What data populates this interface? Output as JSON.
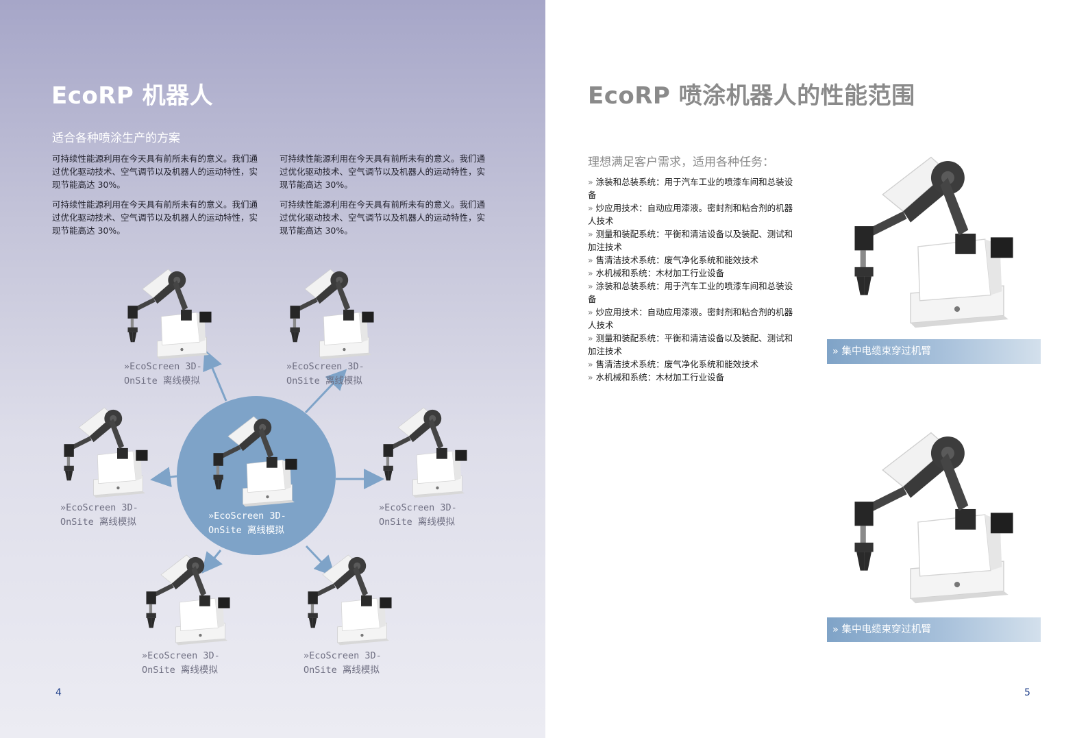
{
  "left_page": {
    "title": "EcoRP 机器人",
    "subtitle": "适合各种喷涂生产的方案",
    "paragraphs": [
      "可持续性能源利用在今天具有前所未有的意义。我们通过优化驱动技术、空气调节以及机器人的运动特性，实现节能高达 30%。",
      "可持续性能源利用在今天具有前所未有的意义。我们通过优化驱动技术、空气调节以及机器人的运动特性，实现节能高达 30%。",
      "可持续性能源利用在今天具有前所未有的意义。我们通过优化驱动技术、空气调节以及机器人的运动特性，实现节能高达 30%。",
      "可持续性能源利用在今天具有前所未有的意义。我们通过优化驱动技术、空气调节以及机器人的运动特性，实现节能高达 30%。"
    ],
    "diagram": {
      "center_caption": "»EcoScreen 3D-OnSite 离线模拟",
      "captions": [
        "»EcoScreen 3D-OnSite 离线模拟",
        "»EcoScreen 3D-OnSite 离线模拟",
        "»EcoScreen 3D-OnSite 离线模拟",
        "»EcoScreen 3D-OnSite 离线模拟",
        "»EcoScreen 3D-OnSite 离线模拟",
        "»EcoScreen 3D-OnSite 离线模拟"
      ],
      "accent_color": "#7ea3c8"
    },
    "page_number": "4"
  },
  "right_page": {
    "title": "EcoRP 喷涂机器人的性能范围",
    "subtitle": "理想满足客户需求，适用各种任务：",
    "task_marker": "»",
    "tasks": [
      "涂装和总装系统：用于汽车工业的喷漆车间和总装设备",
      "炒应用技术：自动应用漆液。密封剂和粘合剂的机器人技术",
      "测量和装配系统：平衡和清洁设备以及装配、测试和加注技术",
      "售清洁技术系统：废气净化系统和能效技术",
      "水机械和系统：木材加工行业设备",
      "涂装和总装系统：用于汽车工业的喷漆车间和总装设备",
      "炒应用技术：自动应用漆液。密封剂和粘合剂的机器人技术",
      "测量和装配系统：平衡和清洁设备以及装配、测试和加注技术",
      "售清洁技术系统：废气净化系统和能效技术",
      "水机械和系统：木材加工行业设备"
    ],
    "photo_captions": [
      "» 集中电缆束穿过机臂",
      "» 集中电缆束穿过机臂"
    ],
    "page_number": "5"
  },
  "colors": {
    "left_background": "#b8b8d2",
    "circle": "#7ea3c8",
    "caption_bar": "#8fb0d0",
    "page_number": "#1f3f8a"
  }
}
